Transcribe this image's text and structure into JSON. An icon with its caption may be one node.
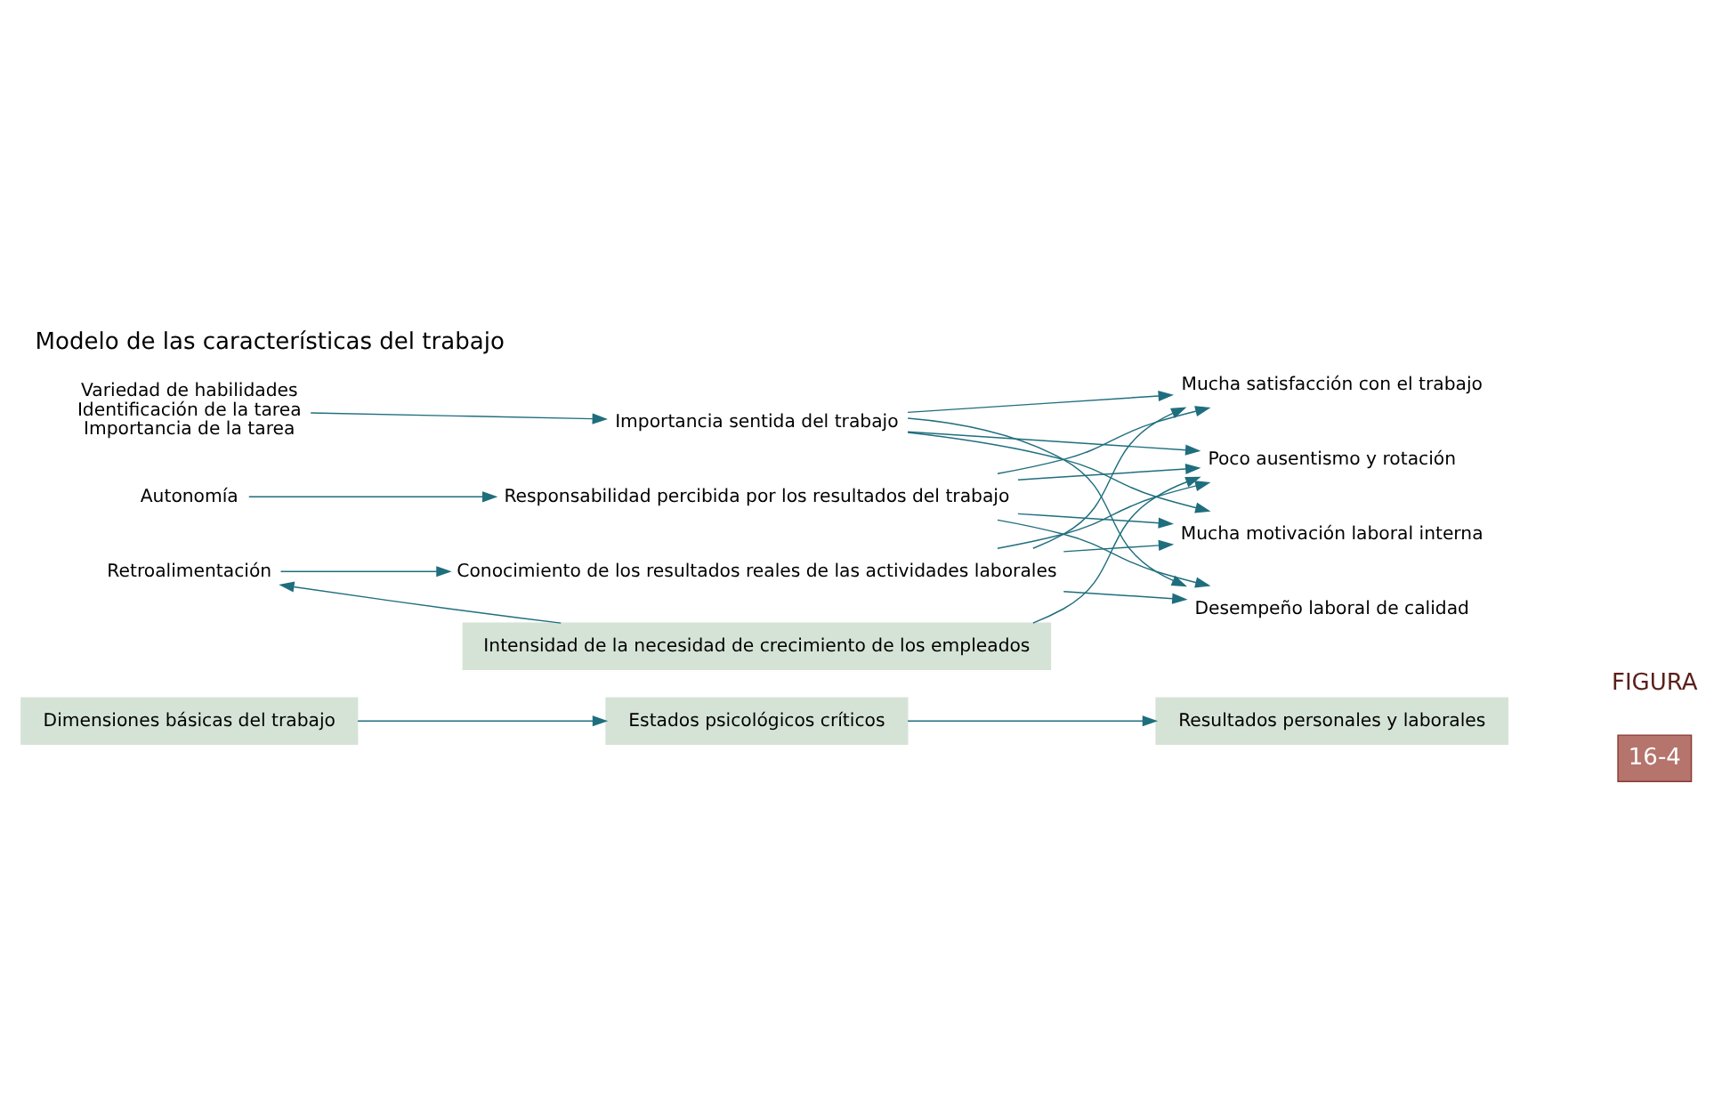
{
  "diagram": {
    "title": "Modelo de las características del trabajo",
    "nodes": [
      {
        "text": [
          "Dimensiones básicas del trabajo"
        ]
      },
      {
        "text": [
          "Estados psicológicos críticos"
        ]
      },
      {
        "text": [
          "Resultados personales y laborales"
        ]
      },
      {
        "text": [
          "Variedad de habilidades",
          "Identificación de la tarea",
          "Importancia de la tarea"
        ]
      },
      {
        "text": [
          "Importancia sentida del trabajo"
        ]
      },
      {
        "text": [
          "Autonomía"
        ]
      },
      {
        "text": [
          "Responsabilidad percibida por los resultados del trabajo"
        ]
      },
      {
        "text": [
          "Retroalimentación"
        ]
      },
      {
        "text": [
          "Conocimiento de los resultados reales de las actividades laborales"
        ]
      },
      {
        "text": [
          "Mucha motivación laboral interna"
        ]
      },
      {
        "text": [
          "Desempeño laboral de calidad"
        ]
      },
      {
        "text": [
          "Mucha satisfacción con el trabajo"
        ]
      },
      {
        "text": [
          "Poco ausentismo y rotación"
        ]
      },
      {
        "text": [
          "Intensidad de la necesidad de crecimiento de los empleados"
        ]
      }
    ],
    "edges": [
      {
        "from": 0,
        "to": 1,
        "arrow": "to"
      },
      {
        "from": 1,
        "to": 2,
        "arrow": "to"
      },
      {
        "from": 3,
        "to": 4,
        "arrow": "to"
      },
      {
        "from": 5,
        "to": 6,
        "arrow": "to"
      },
      {
        "from": 7,
        "to": 8,
        "arrow": "to"
      },
      {
        "from": 4,
        "to": 9,
        "arrow": "to"
      },
      {
        "from": 4,
        "to": 10,
        "arrow": "to"
      },
      {
        "from": 4,
        "to": 11,
        "arrow": "to"
      },
      {
        "from": 4,
        "to": 12,
        "arrow": "to"
      },
      {
        "from": 6,
        "to": 9,
        "arrow": "to"
      },
      {
        "from": 6,
        "to": 10,
        "arrow": "to"
      },
      {
        "from": 6,
        "to": 11,
        "arrow": "to"
      },
      {
        "from": 6,
        "to": 12,
        "arrow": "to"
      },
      {
        "from": 8,
        "to": 9,
        "arrow": "to"
      },
      {
        "from": 8,
        "to": 10,
        "arrow": "to"
      },
      {
        "from": 8,
        "to": 11,
        "arrow": "to"
      },
      {
        "from": 8,
        "to": 12,
        "arrow": "to"
      },
      {
        "from": 13,
        "to": 7,
        "arrow": "to"
      },
      {
        "from": 13,
        "to": 12,
        "arrow": "to"
      }
    ],
    "labels": [
      "FIGURA",
      "16-4"
    ]
  }
}
